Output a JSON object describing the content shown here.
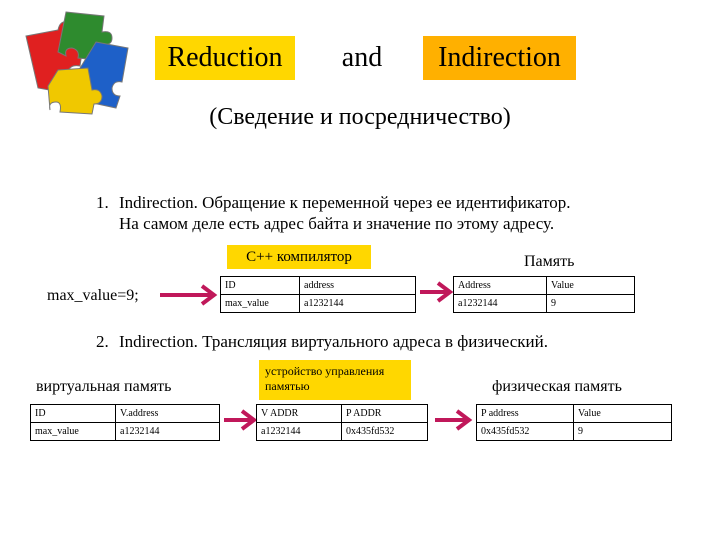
{
  "header": {
    "word1": "Reduction",
    "word2": "and",
    "word3": "Indirection",
    "subtitle": "(Сведение и посредничество)"
  },
  "item1": {
    "number": "1.",
    "line1": "Indirection. Обращение к переменной через ее идентификатор.",
    "line2": "На самом деле есть адрес  байта и значение по этому адресу.",
    "compiler": "С++ компилятор",
    "memory": "Память",
    "code": "max_value=9;",
    "table_a": {
      "headers": [
        "ID",
        "address"
      ],
      "row": [
        "max_value",
        "a1232144"
      ]
    },
    "table_b": {
      "headers": [
        "Address",
        "Value"
      ],
      "row": [
        "a1232144",
        "9"
      ]
    }
  },
  "item2": {
    "number": "2.",
    "line1": "Indirection. Трансляция виртуального адреса в физический.",
    "virtual_label": "виртуальная память",
    "mmu_label": "устройство управления памятью",
    "physical_label": "физическая память",
    "table_v": {
      "headers": [
        "ID",
        "V.address"
      ],
      "row": [
        "max_value",
        "a1232144"
      ]
    },
    "table_m": {
      "headers": [
        "V ADDR",
        "P ADDR"
      ],
      "row": [
        "a1232144",
        "0x435fd532"
      ]
    },
    "table_p": {
      "headers": [
        "P address",
        "Value"
      ],
      "row": [
        "0x435fd532",
        "9"
      ]
    }
  },
  "colors": {
    "accent_yellow": "#ffd700",
    "accent_orange": "#ffb000",
    "arrow": "#c0185a"
  },
  "icons": {
    "logo": "puzzle-pieces-icon",
    "arrow": "right-arrow-icon"
  }
}
